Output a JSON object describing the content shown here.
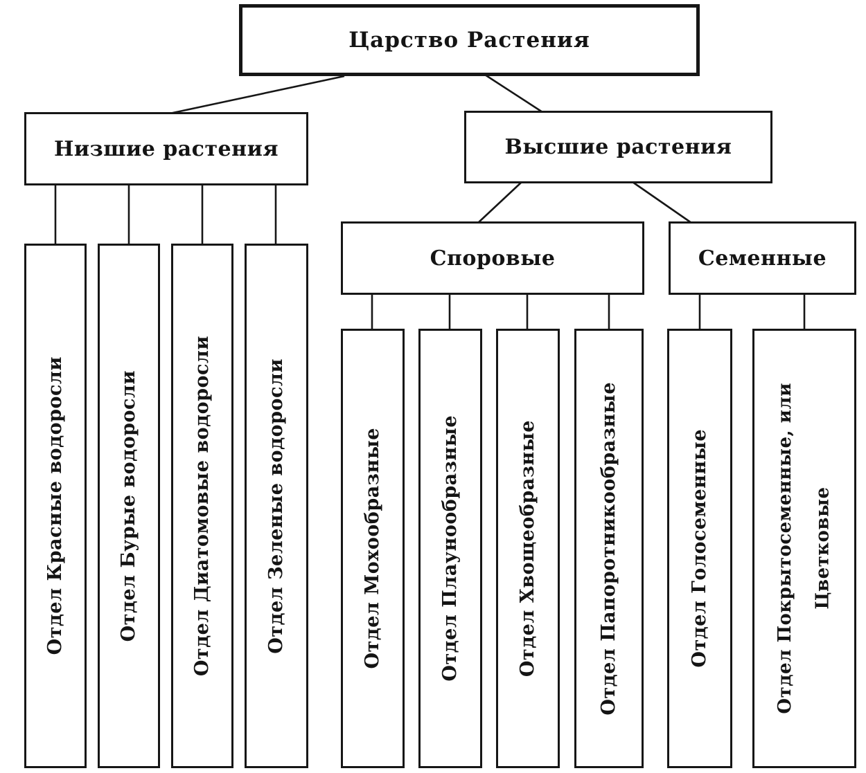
{
  "meta": {
    "ink_color": "#141414",
    "paper_color": "#ffffff",
    "diagram_type": "classification-tree"
  },
  "tree": {
    "root": "Царство Растения",
    "lower": {
      "label": "Низшие растения",
      "divisions": [
        "Отдел Красные водоросли",
        "Отдел Бурые водоросли",
        "Отдел Диатомовые водоросли",
        "Отдел Зеленые водоросли"
      ]
    },
    "higher": {
      "label": "Высшие растения",
      "spore": {
        "label": "Споровые",
        "divisions": [
          "Отдел Мохообразные",
          "Отдел Плаунообразные",
          "Отдел Хвощеобразные",
          "Отдел Папоротникообразные"
        ]
      },
      "seed": {
        "label": "Семенные",
        "divisions": [
          "Отдел Голосеменные",
          "Отдел Покрытосеменные, или\nЦветковые"
        ]
      }
    }
  }
}
